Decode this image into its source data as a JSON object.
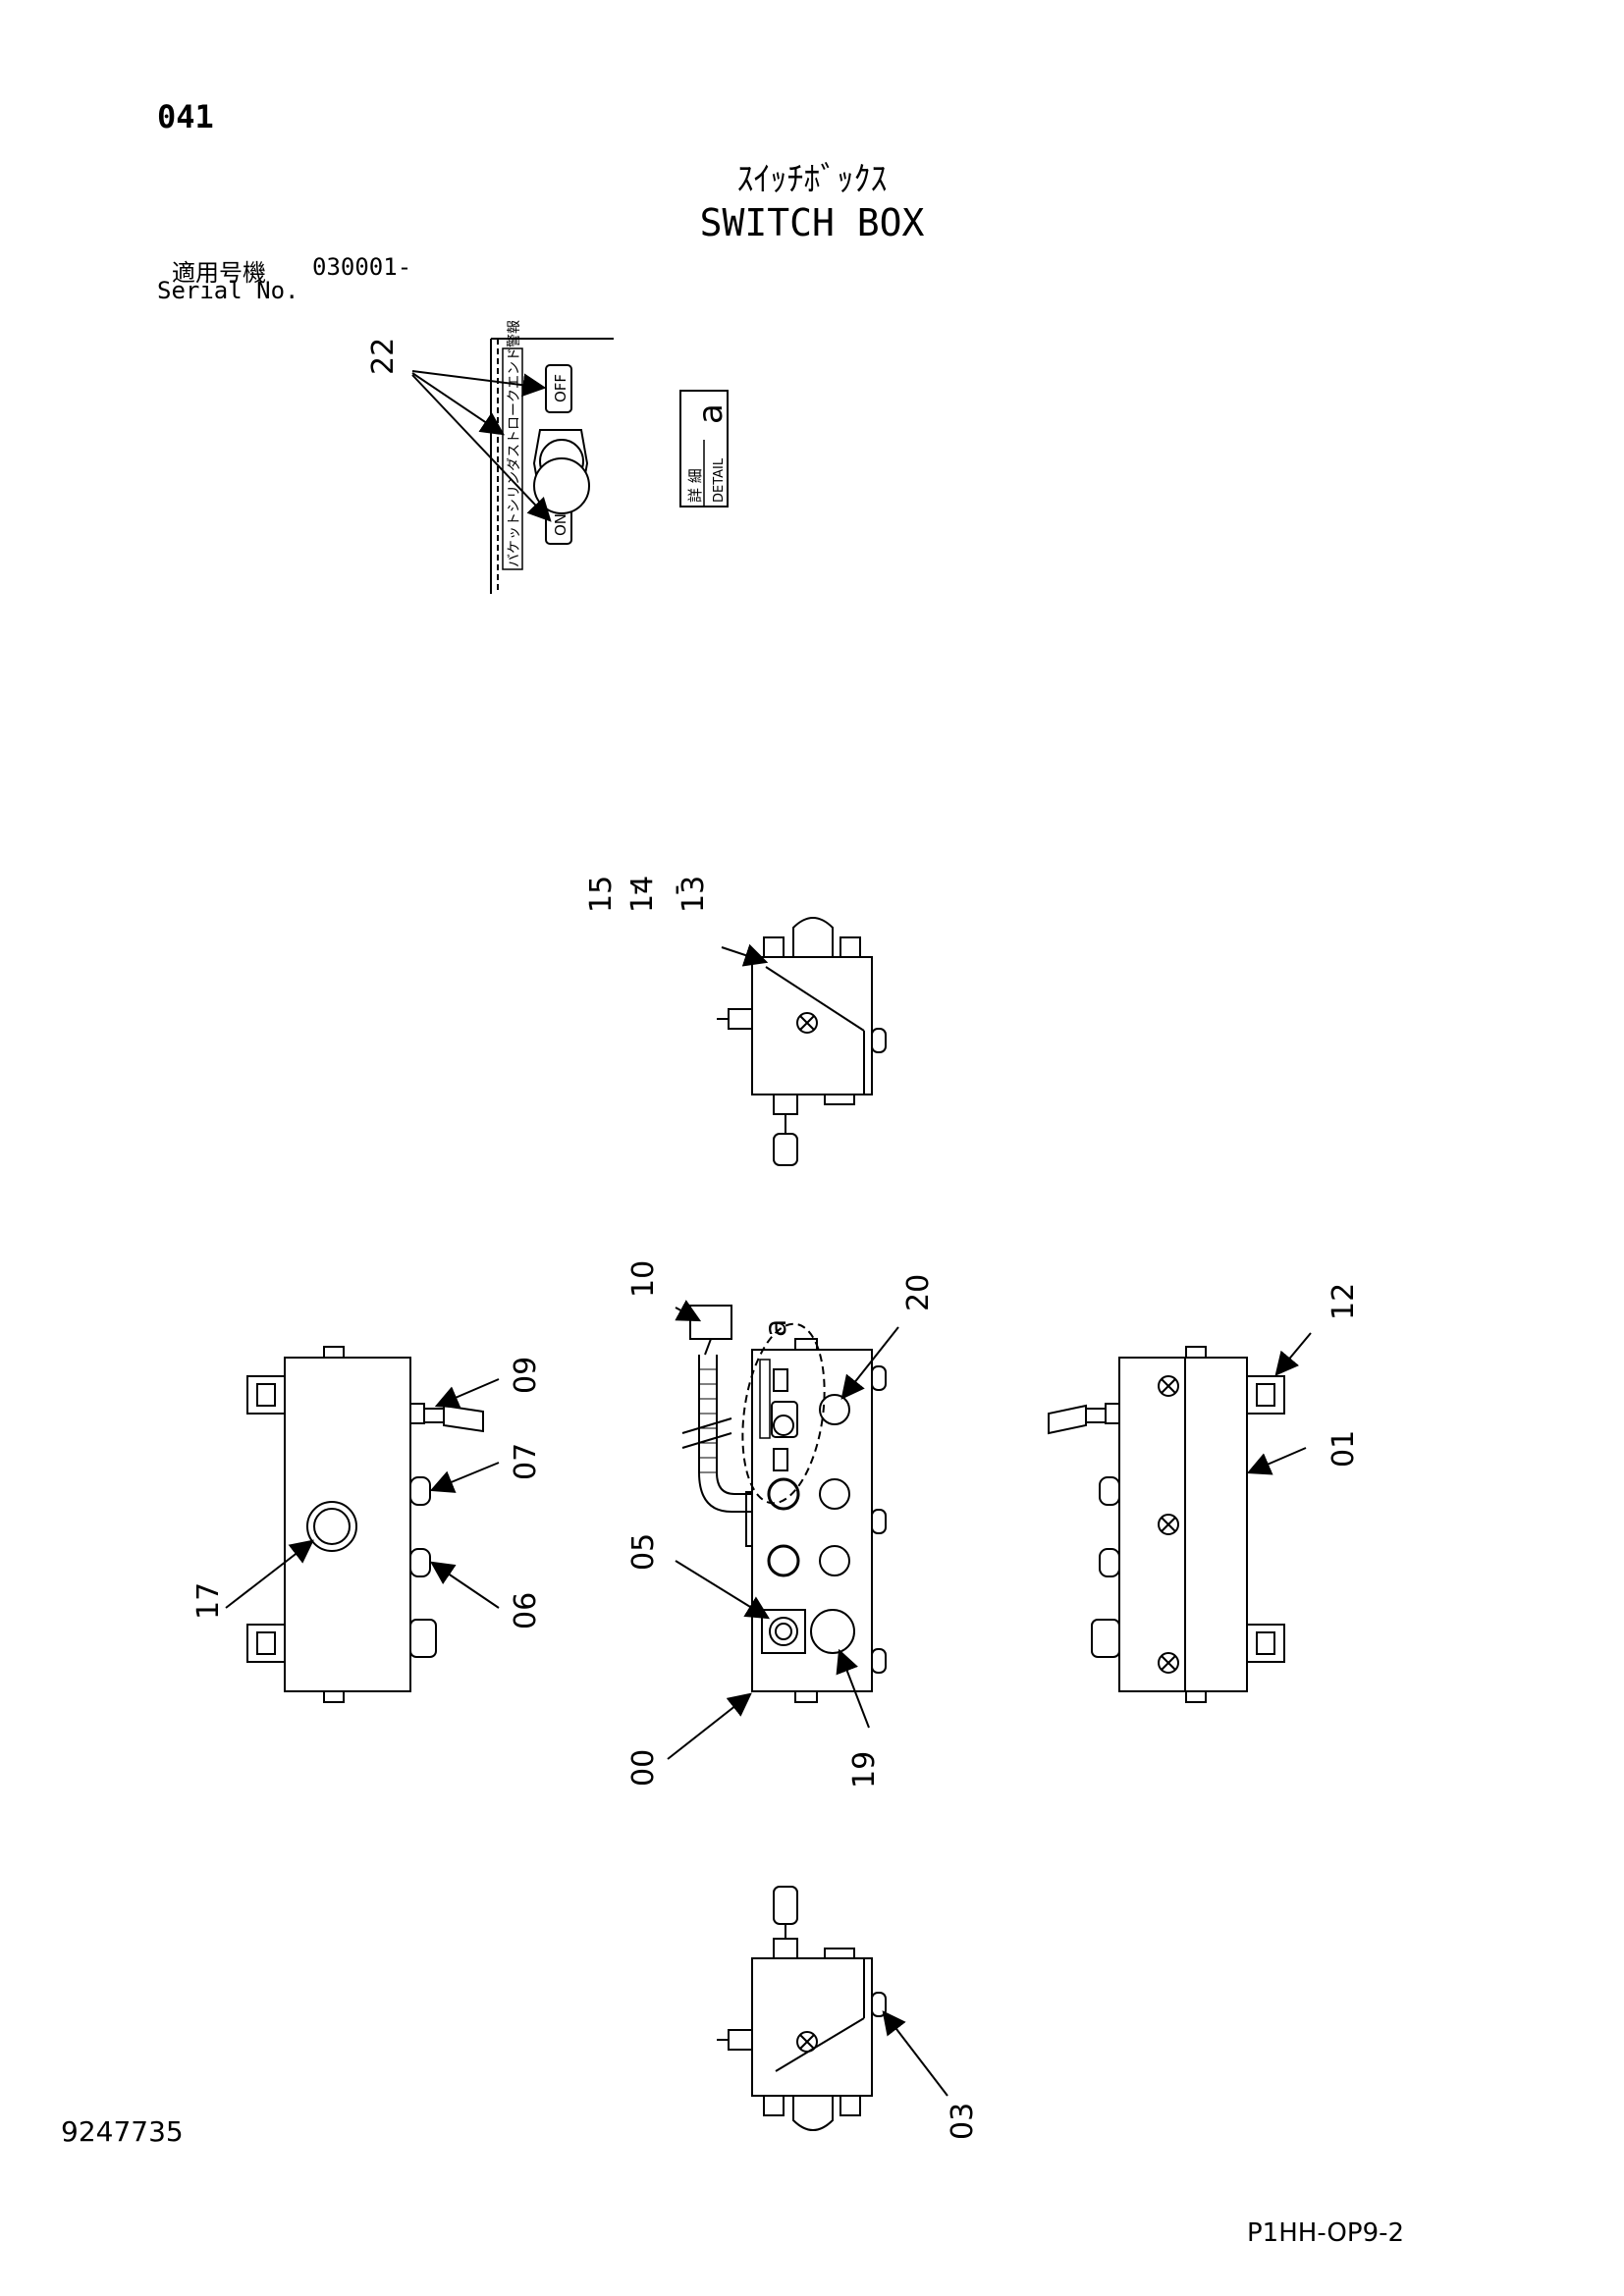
{
  "header": {
    "page_number": "041",
    "title_jp": "ｽｲｯﾁﾎﾞｯｸｽ",
    "title_en": "SWITCH BOX",
    "serial_label_jp": "適用号機",
    "serial_number": "030001-",
    "serial_label_en": "Serial No."
  },
  "detail_a": {
    "callout": "22",
    "off_label": "OFF",
    "on_label": "ON",
    "panel_text": "バケットシリンダストロークエンド警報",
    "detail_letter": "a",
    "detail_jp": "詳 細",
    "detail_en": "DETAIL"
  },
  "callouts": {
    "c15": "15",
    "c14": "14",
    "c13": "13",
    "c10": "10",
    "c20": "20",
    "c12": "12",
    "c09": "09",
    "c07": "07",
    "c06": "06",
    "c17": "17",
    "c05": "05",
    "c01": "01",
    "c00": "00",
    "c19": "19",
    "c03": "03",
    "a_letter": "a",
    "c_dash1": "-",
    "c_dash2": "-"
  },
  "footer": {
    "doc_number": "9247735",
    "ref_code": "P1HH-OP9-2"
  }
}
